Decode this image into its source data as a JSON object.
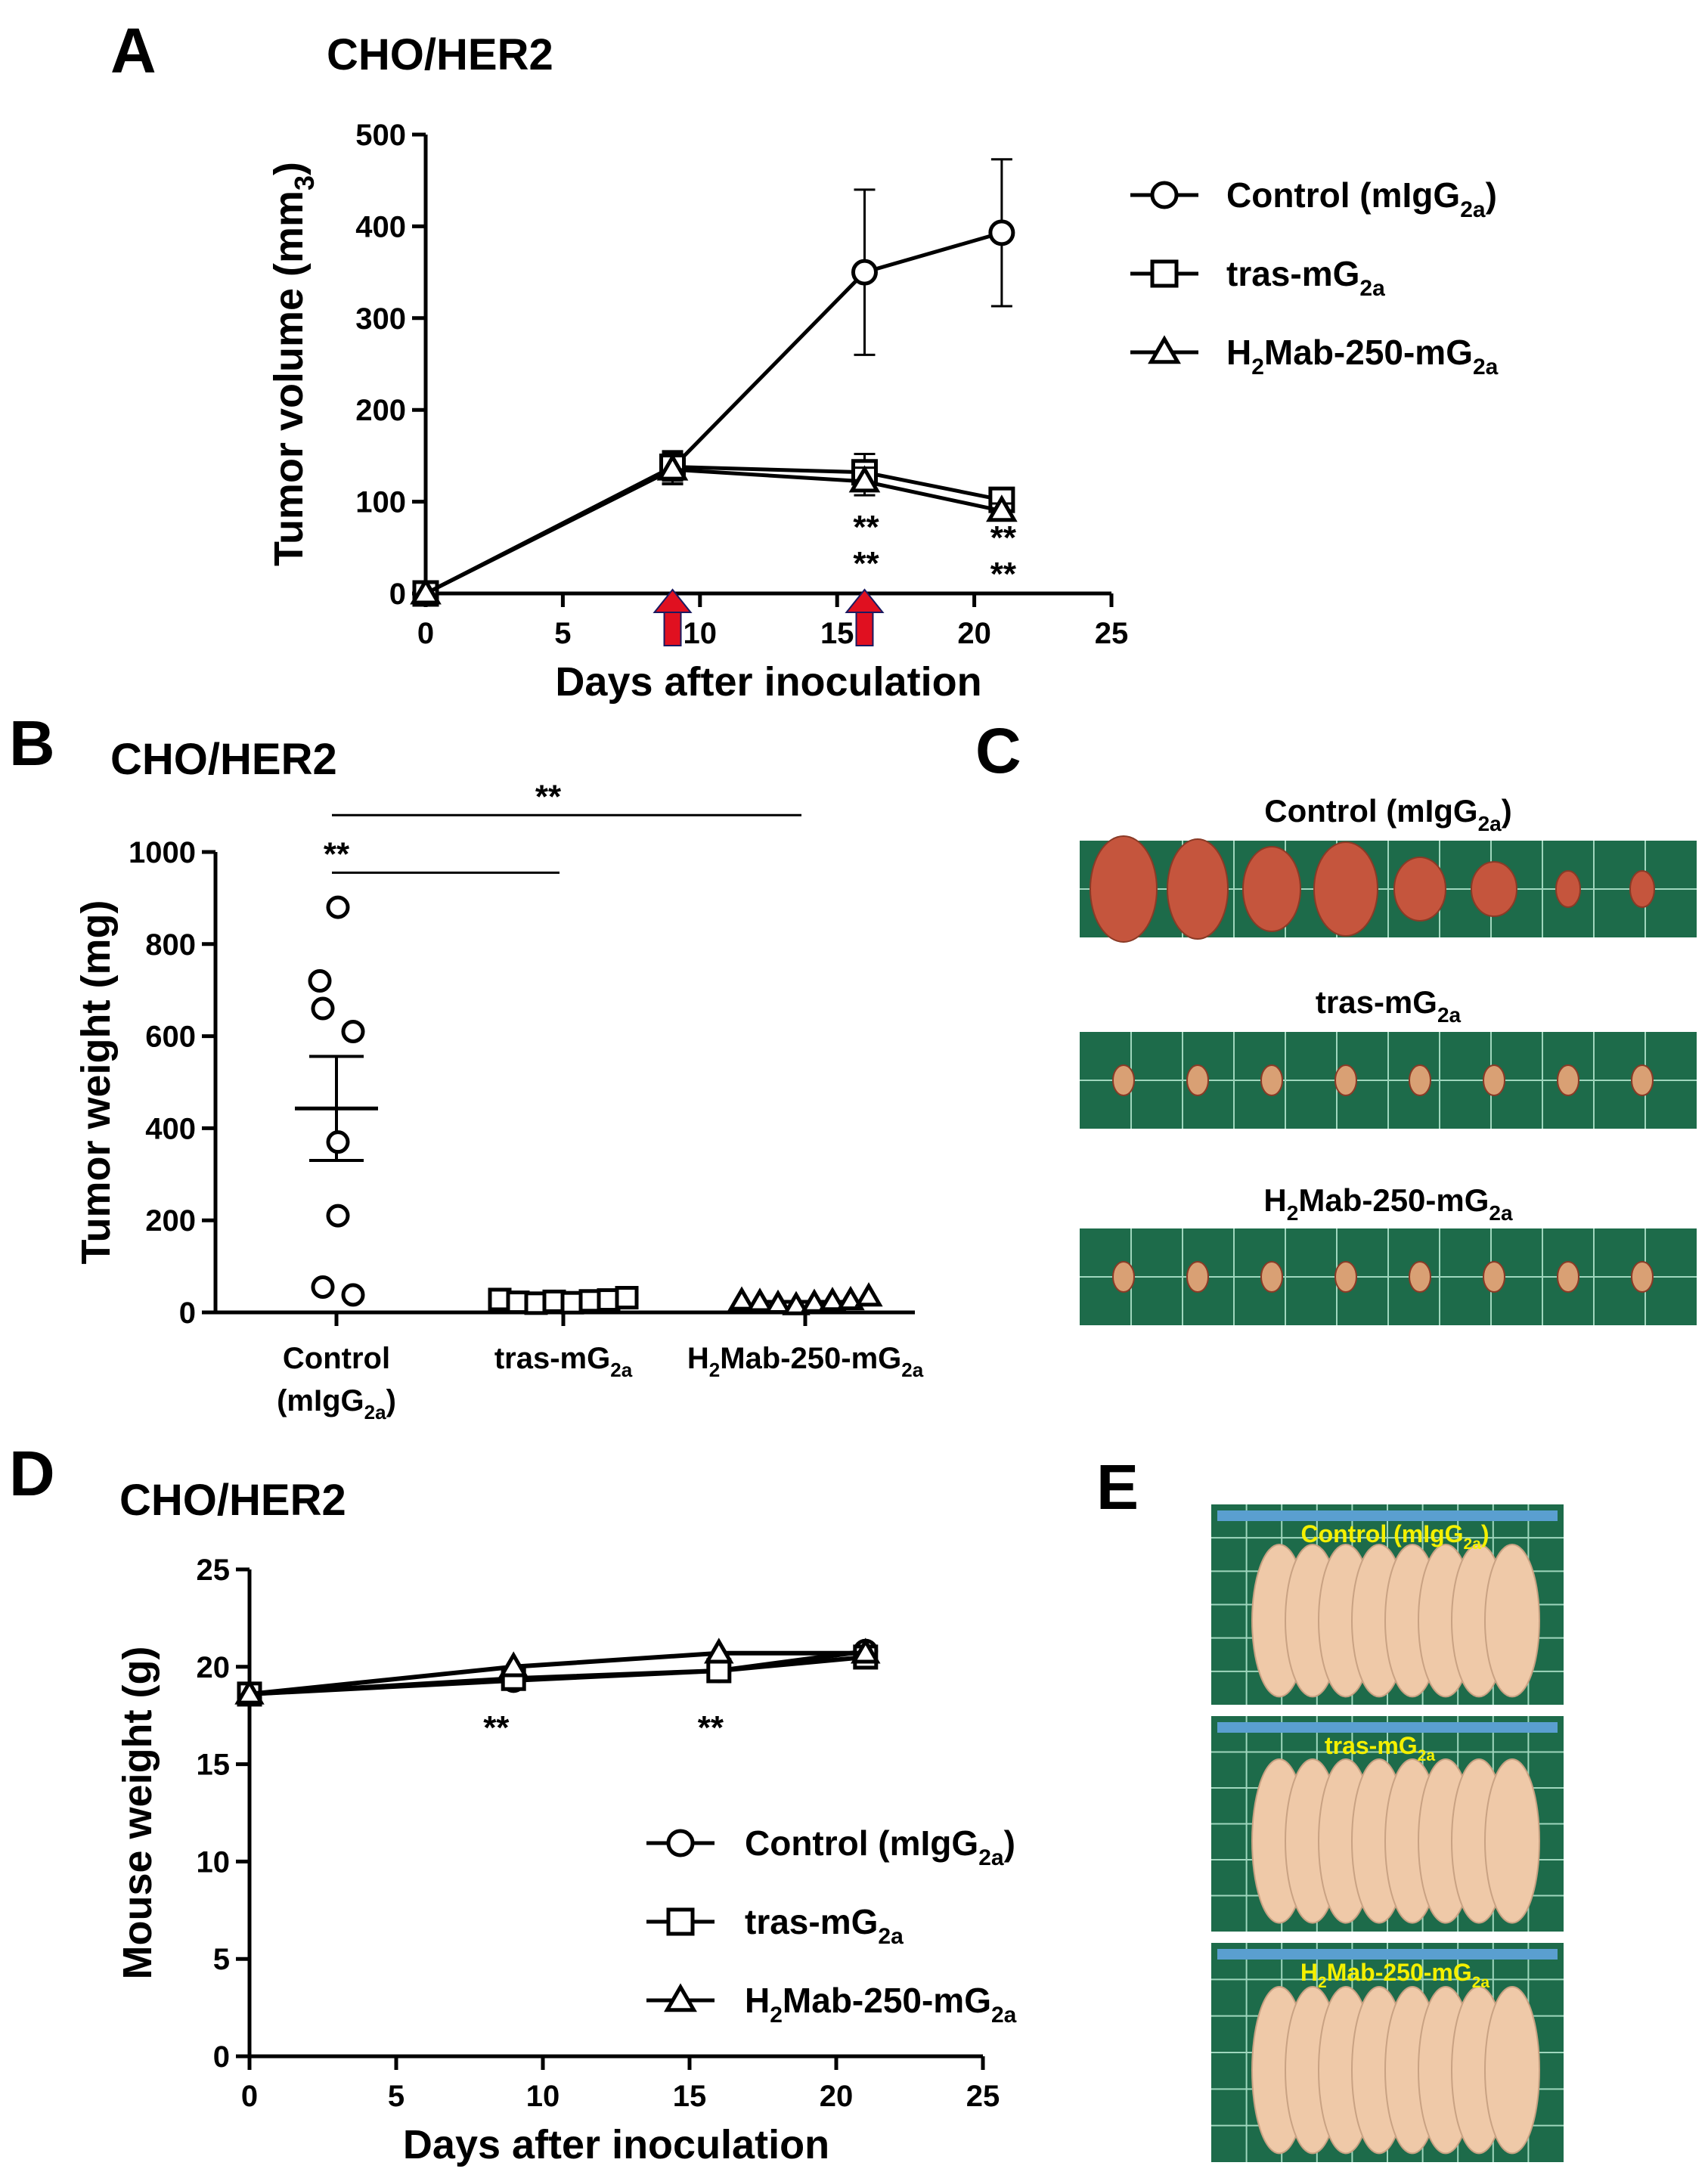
{
  "panels": {
    "A": {
      "label": "A",
      "title": "CHO/HER2"
    },
    "B": {
      "label": "B",
      "title": "CHO/HER2"
    },
    "C": {
      "label": "C"
    },
    "D": {
      "label": "D",
      "title": "CHO/HER2"
    },
    "E": {
      "label": "E"
    }
  },
  "colors": {
    "ink": "#000000",
    "arrow": "#e01020",
    "board": "#1d6b4a",
    "grid": "#9fd6bd",
    "label_yellow": "#f4f000",
    "tumor": "#d9a074",
    "mouse": "#efc9a8"
  },
  "photos_C": [
    {
      "label": {
        "pre": "Control (mIgG",
        "sub": "2a",
        "post": ")"
      },
      "count": 8
    },
    {
      "label": {
        "pre": "tras-mG",
        "sub": "2a",
        "post": ""
      },
      "count": 8
    },
    {
      "label": {
        "pre": "H",
        "sub": "2",
        "post": "Mab-250-mG",
        "sub2": "2a"
      },
      "count": 8
    }
  ],
  "photos_E": [
    {
      "label": {
        "pre": "Control (mIgG",
        "sub": "2a",
        "post": ")"
      }
    },
    {
      "label": {
        "pre": "tras-mG",
        "sub": "2a",
        "post": ""
      }
    },
    {
      "label": {
        "pre": "H",
        "sub": "2",
        "post": "Mab-250-mG",
        "sub2": "2a"
      }
    }
  ],
  "chart_data": [
    {
      "panel": "A",
      "type": "line",
      "title": "CHO/HER2",
      "xlabel": "Days after inoculation",
      "ylabel": "Tumor volume (mm3)",
      "ylabel_parts": {
        "pre": "Tumor volume (mm",
        "sup": "3",
        "post": ")"
      },
      "xlim": [
        0,
        25
      ],
      "ylim": [
        0,
        500
      ],
      "xticks": [
        0,
        5,
        10,
        15,
        20,
        25
      ],
      "yticks": [
        0,
        100,
        200,
        300,
        400,
        500
      ],
      "treatment_days": [
        9,
        16
      ],
      "series": [
        {
          "name": "Control (mIgG2a)",
          "marker": "circle",
          "x": [
            0,
            9,
            16,
            21
          ],
          "y": [
            0,
            137,
            350,
            393
          ],
          "err": [
            0,
            18,
            90,
            80
          ],
          "label": {
            "pre": "Control (mIgG",
            "sub": "2a",
            "post": ")"
          }
        },
        {
          "name": "tras-mG2a",
          "marker": "square",
          "x": [
            0,
            9,
            16,
            21
          ],
          "y": [
            0,
            138,
            132,
            102
          ],
          "err": [
            0,
            15,
            20,
            8
          ],
          "label": {
            "pre": "tras-mG",
            "sub": "2a",
            "post": ""
          }
        },
        {
          "name": "H2Mab-250-mG2a",
          "marker": "triangle",
          "x": [
            0,
            9,
            16,
            21
          ],
          "y": [
            0,
            135,
            122,
            90
          ],
          "err": [
            0,
            15,
            15,
            8
          ],
          "label": {
            "pre": "H",
            "sub": "2",
            "post": "Mab-250-mG",
            "sub2": "2a"
          }
        }
      ],
      "significance": [
        {
          "x": 16,
          "lines": [
            "**",
            "**"
          ]
        },
        {
          "x": 21,
          "lines": [
            "**",
            "**"
          ]
        }
      ]
    },
    {
      "panel": "B",
      "type": "scatter",
      "title": "CHO/HER2",
      "ylabel": "Tumor weight (mg)",
      "ylim": [
        0,
        1000
      ],
      "yticks": [
        0,
        200,
        400,
        600,
        800,
        1000
      ],
      "groups": [
        {
          "name": "Control (mIgG2a)",
          "marker": "circle",
          "values": [
            880,
            720,
            660,
            610,
            370,
            210,
            55,
            38
          ],
          "mean": 443,
          "sem": 113,
          "label_lines": [
            {
              "pre": "Control",
              "sub": "",
              "post": ""
            },
            {
              "pre": "(mIgG",
              "sub": "2a",
              "post": ")"
            }
          ]
        },
        {
          "name": "tras-mG2a",
          "marker": "square",
          "values": [
            28,
            22,
            20,
            24,
            21,
            25,
            27,
            32
          ],
          "mean": 25,
          "sem": 2,
          "label_lines": [
            {
              "pre": "tras-mG",
              "sub": "2a",
              "post": ""
            }
          ]
        },
        {
          "name": "H2Mab-250-mG2a",
          "marker": "triangle",
          "values": [
            25,
            22,
            18,
            15,
            20,
            24,
            26,
            34
          ],
          "mean": 23,
          "sem": 2,
          "label_lines": [
            {
              "pre": "H",
              "sub": "2",
              "post": "Mab-250-mG",
              "sub2": "2a"
            }
          ]
        }
      ],
      "brackets": [
        {
          "from": 0,
          "to": 1,
          "y": 955,
          "text": "**"
        },
        {
          "from": 0,
          "to": 2,
          "y": 1080,
          "text": "**"
        }
      ]
    },
    {
      "panel": "D",
      "type": "line",
      "title": "CHO/HER2",
      "xlabel": "Days after inoculation",
      "ylabel": "Mouse weight (g)",
      "xlim": [
        0,
        25
      ],
      "ylim": [
        0,
        25
      ],
      "xticks": [
        0,
        5,
        10,
        15,
        20,
        25
      ],
      "yticks": [
        0,
        5,
        10,
        15,
        20,
        25
      ],
      "series": [
        {
          "name": "Control (mIgG2a)",
          "marker": "circle",
          "x": [
            0,
            9,
            16,
            21
          ],
          "y": [
            18.6,
            19.3,
            19.8,
            20.8
          ],
          "label": {
            "pre": "Control (mIgG",
            "sub": "2a",
            "post": ")"
          }
        },
        {
          "name": "tras-mG2a",
          "marker": "square",
          "x": [
            0,
            9,
            16,
            21
          ],
          "y": [
            18.6,
            19.4,
            19.8,
            20.5
          ],
          "label": {
            "pre": "tras-mG",
            "sub": "2a",
            "post": ""
          }
        },
        {
          "name": "H2Mab-250-mG2a",
          "marker": "triangle",
          "x": [
            0,
            9,
            16,
            21
          ],
          "y": [
            18.6,
            20.0,
            20.7,
            20.7
          ],
          "label": {
            "pre": "H",
            "sub": "2",
            "post": "Mab-250-mG",
            "sub2": "2a"
          }
        }
      ],
      "significance": [
        {
          "x": 9,
          "lines": [
            "**"
          ]
        },
        {
          "x": 16,
          "lines": [
            "**"
          ]
        }
      ]
    }
  ]
}
